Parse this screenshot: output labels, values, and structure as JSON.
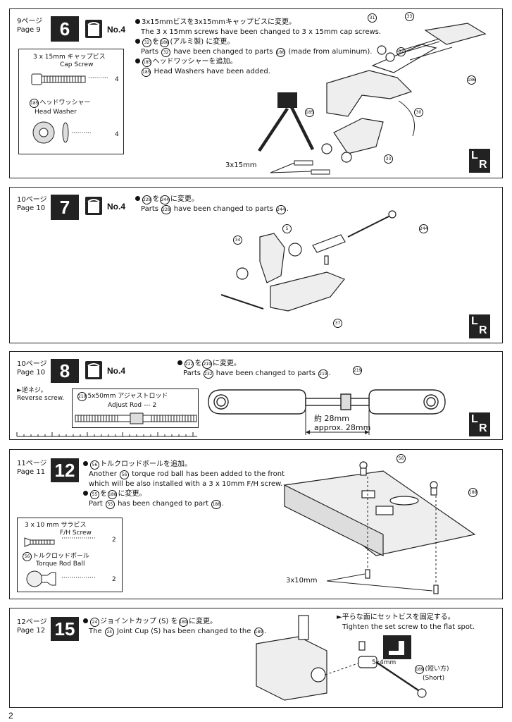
{
  "page_number": "2",
  "steps": [
    {
      "page_jp": "9ページ",
      "page_en": "Page 9",
      "step": "6",
      "bag": "No.4",
      "notes": [
        {
          "jp": "3x15mmビスを3x15mmキャップビスに変更。",
          "en": "The 3 x 15mm screws have been changed to 3 x 15mm cap screws."
        },
        {
          "jp_pre": "",
          "jp_c1": "32",
          "jp_mid": "を",
          "jp_c2": "186",
          "jp_post": "(アルミ製) に変更。",
          "en_pre": "Parts",
          "en_c1": "32",
          "en_mid": "have been changed to parts",
          "en_c2": "186",
          "en_post": "(made from aluminum)."
        },
        {
          "jp_c1": "185",
          "jp_post": "ヘッドワッシャーを追加。",
          "en_c1": "185",
          "en_post": "Head Washers have been added."
        }
      ],
      "parts": [
        {
          "jp": "3 x 15mm キャップビス",
          "en": "Cap Screw",
          "qty": "4"
        },
        {
          "jp_c": "185",
          "jp": "ヘッドワッシャー",
          "en": "Head Washer",
          "qty": "4"
        }
      ],
      "callouts": [
        "31",
        "33",
        "32",
        "186",
        "30",
        "185",
        "33"
      ],
      "screw_label": "3x15mm",
      "lr": [
        "L",
        "R"
      ]
    },
    {
      "page_jp": "10ページ",
      "page_en": "Page 10",
      "step": "7",
      "bag": "No.4",
      "note": {
        "jp_c1": "228",
        "jp_mid": "を",
        "jp_c2": "244",
        "jp_post": "に変更。",
        "en_pre": "Parts",
        "en_c1": "228",
        "en_mid": "have been changed to parts",
        "en_c2": "244",
        "en_post": "."
      },
      "callouts": [
        "34",
        "5",
        "244",
        "37"
      ],
      "lr": [
        "L",
        "R"
      ]
    },
    {
      "page_jp": "10ページ",
      "page_en": "Page 10",
      "step": "8",
      "bag": "No.4",
      "note": {
        "jp_c1": "222",
        "jp_mid": "を",
        "jp_c2": "219",
        "jp_post": "に変更。",
        "en_pre": "Parts",
        "en_c1": "232",
        "en_mid": "have been changed to parts",
        "en_c2": "219",
        "en_post": "."
      },
      "reverse_jp": "逆ネジ。",
      "reverse_en": "Reverse screw.",
      "part": {
        "c": "219",
        "jp": "5x50mm アジャストロッド",
        "en": "Adjust Rod",
        "qty": "2"
      },
      "callout": "219",
      "dim_jp": "約 28mm",
      "dim_en": "approx. 28mm",
      "lr": [
        "L",
        "R"
      ]
    },
    {
      "page_jp": "11ページ",
      "page_en": "Page 11",
      "step": "12",
      "notes": [
        {
          "jp_c1": "56",
          "jp_post": "トルクロッドボールを追加。",
          "en_l1_pre": "Another",
          "en_c1": "56",
          "en_l1_post": "torque rod ball has been added to the front",
          "en_l2": "which will be also installed with a 3 x 10mm F/H screw."
        },
        {
          "jp_c1": "55",
          "jp_mid": "を",
          "jp_c2": "188",
          "jp_post": "に変更。",
          "en_pre": "Part",
          "en_c1": "55",
          "en_mid": "has been changed to part",
          "en_c2": "188",
          "en_post": "."
        }
      ],
      "parts": [
        {
          "jp": "3 x 10 mm サラビス",
          "en": "F/H Screw",
          "qty": "2"
        },
        {
          "jp_c": "56",
          "jp": "トルクロッドボール",
          "en": "Torque Rod Ball",
          "qty": "2"
        }
      ],
      "callouts": [
        "56",
        "188"
      ],
      "screw_label": "3x10mm"
    },
    {
      "page_jp": "12ページ",
      "page_en": "Page 12",
      "step": "15",
      "note": {
        "jp_c1": "24",
        "jp_mid": "ジョイントカップ (S) を",
        "jp_c2": "189",
        "jp_post": "に変更。",
        "en_pre": "The",
        "en_c1": "24",
        "en_mid": "Joint Cup (S) has been changed to the",
        "en_c2": "189",
        "en_post": "."
      },
      "flat_jp": "平らな面にセットビスを固定する。",
      "flat_en": "Tighten the set screw to the flat spot.",
      "screw_label": "5x4mm",
      "callout": "189",
      "callout_jp": "(短い方)",
      "callout_en": "(Short)"
    }
  ]
}
